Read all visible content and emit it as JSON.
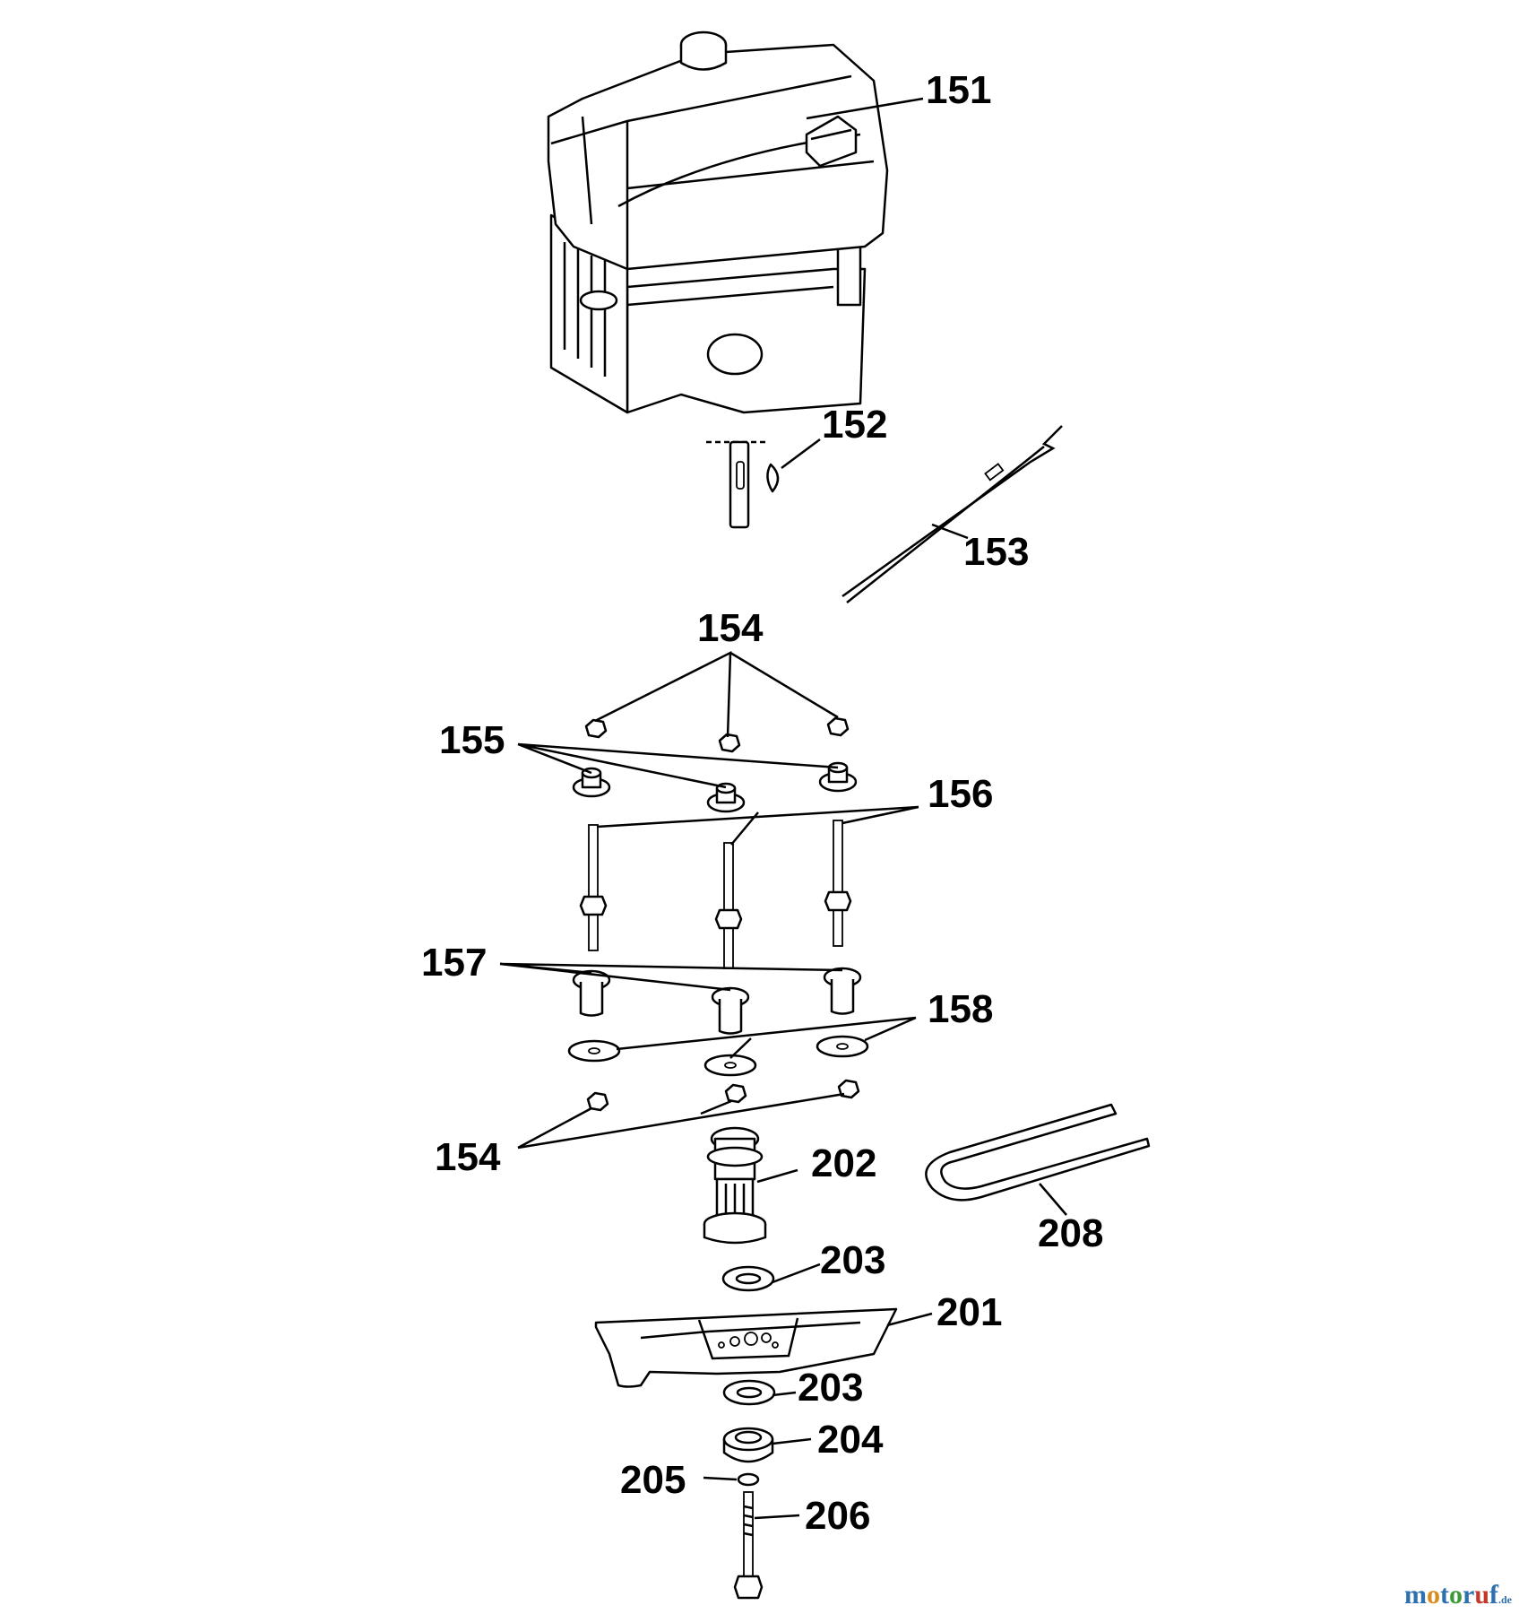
{
  "labels": {
    "l151": "151",
    "l152": "152",
    "l153": "153",
    "l154a": "154",
    "l155": "155",
    "l156": "156",
    "l157": "157",
    "l158": "158",
    "l154b": "154",
    "l202": "202",
    "l208": "208",
    "l203a": "203",
    "l201": "201",
    "l203b": "203",
    "l204": "204",
    "l205": "205",
    "l206": "206"
  },
  "watermark": {
    "m": "m",
    "o1": "o",
    "t": "t",
    "o2": "o",
    "r": "r",
    "u": "u",
    "f": "f",
    "dot": ".",
    "de": "de"
  },
  "colors": {
    "watermark_m": "#2e6fb0",
    "watermark_o1": "#d98b1e",
    "watermark_t": "#2e6fb0",
    "watermark_o2": "#3a9a3a",
    "watermark_r": "#2e6fb0",
    "watermark_u": "#c0392b",
    "watermark_f": "#2e6fb0"
  }
}
